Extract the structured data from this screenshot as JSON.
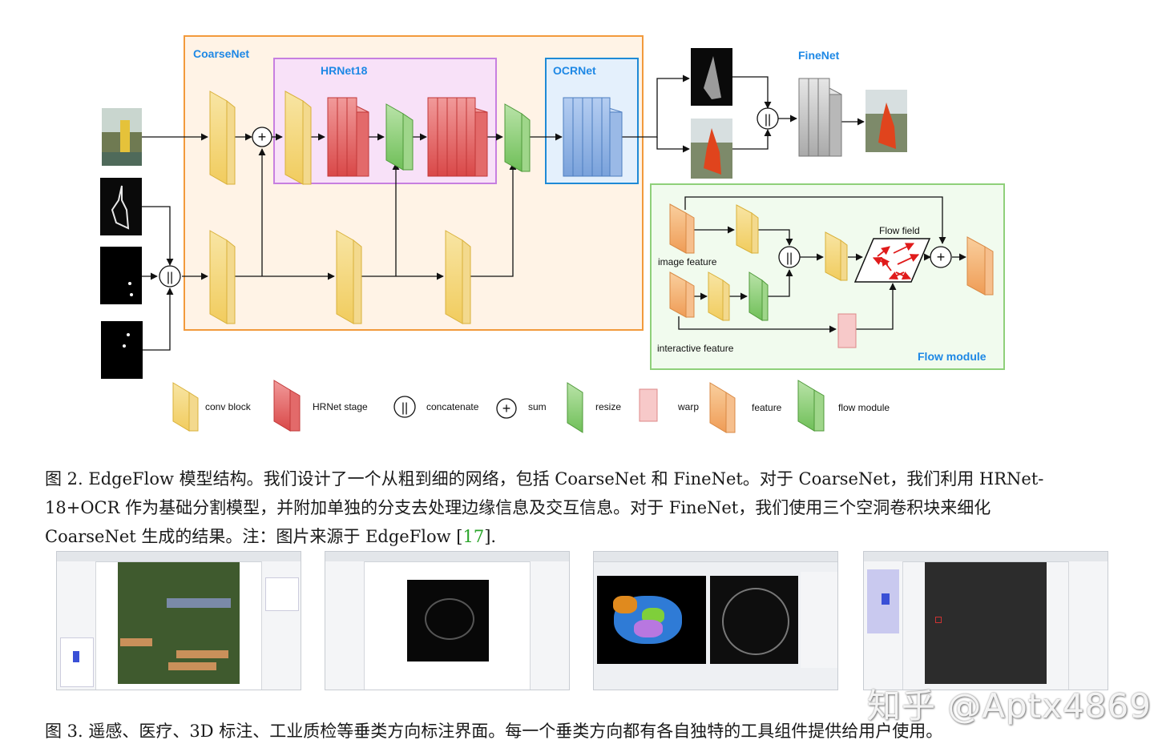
{
  "figure2": {
    "modules": {
      "coarsenet": "CoarseNet",
      "hrnet": "HRNet18",
      "ocrnet": "OCRNet",
      "finenet": "FineNet",
      "flow_module": "Flow module"
    },
    "labels": {
      "flow_field": "Flow field",
      "image_feature": "image feature",
      "interactive_feature": "interactive feature"
    },
    "legend": {
      "conv_block": "conv block",
      "hrnet_stage": "HRNet stage",
      "concatenate": "concatenate",
      "sum": "sum",
      "resize": "resize",
      "warp": "warp",
      "feature": "feature",
      "flow_module": "flow module"
    },
    "symbols": {
      "concat": "||",
      "plus": "+"
    },
    "colors": {
      "coarsenet": "#f29a3c",
      "hrnet": "#c77fe0",
      "ocrnet": "#1e8ad6",
      "flow": "#8fd07a",
      "title_blue": "#1e88e5",
      "conv": "#f5d77a",
      "hrnet_stage": "#e05b5b",
      "resize": "#8fd07a",
      "warp": "#f6c9c9",
      "feature": "#f4b47c",
      "finenet": "#c4c4c4",
      "ocr_block": "#8fb4e6",
      "arrow_red": "#e01b1b"
    }
  },
  "caption2": {
    "line1": "图 2. EdgeFlow 模型结构。我们设计了一个从粗到细的网络，包括 CoarseNet 和 FineNet。对于 CoarseNet，我们利用 HRNet-",
    "line2": "18+OCR 作为基础分割模型，并附加单独的分支去处理边缘信息及交互信息。对于 FineNet，我们使用三个空洞卷积块来细化",
    "line3_pre": "CoarseNet 生成的结果。注：图片来源于 EdgeFlow [",
    "line3_ref": "17",
    "line3_post": "]."
  },
  "caption3": {
    "text": "图 3. 遥感、医疗、3D 标注、工业质检等垂类方向标注界面。每一个垂类方向都有各自独特的工具组件提供给用户使用。"
  },
  "watermark": "知乎 @Aptx4869"
}
